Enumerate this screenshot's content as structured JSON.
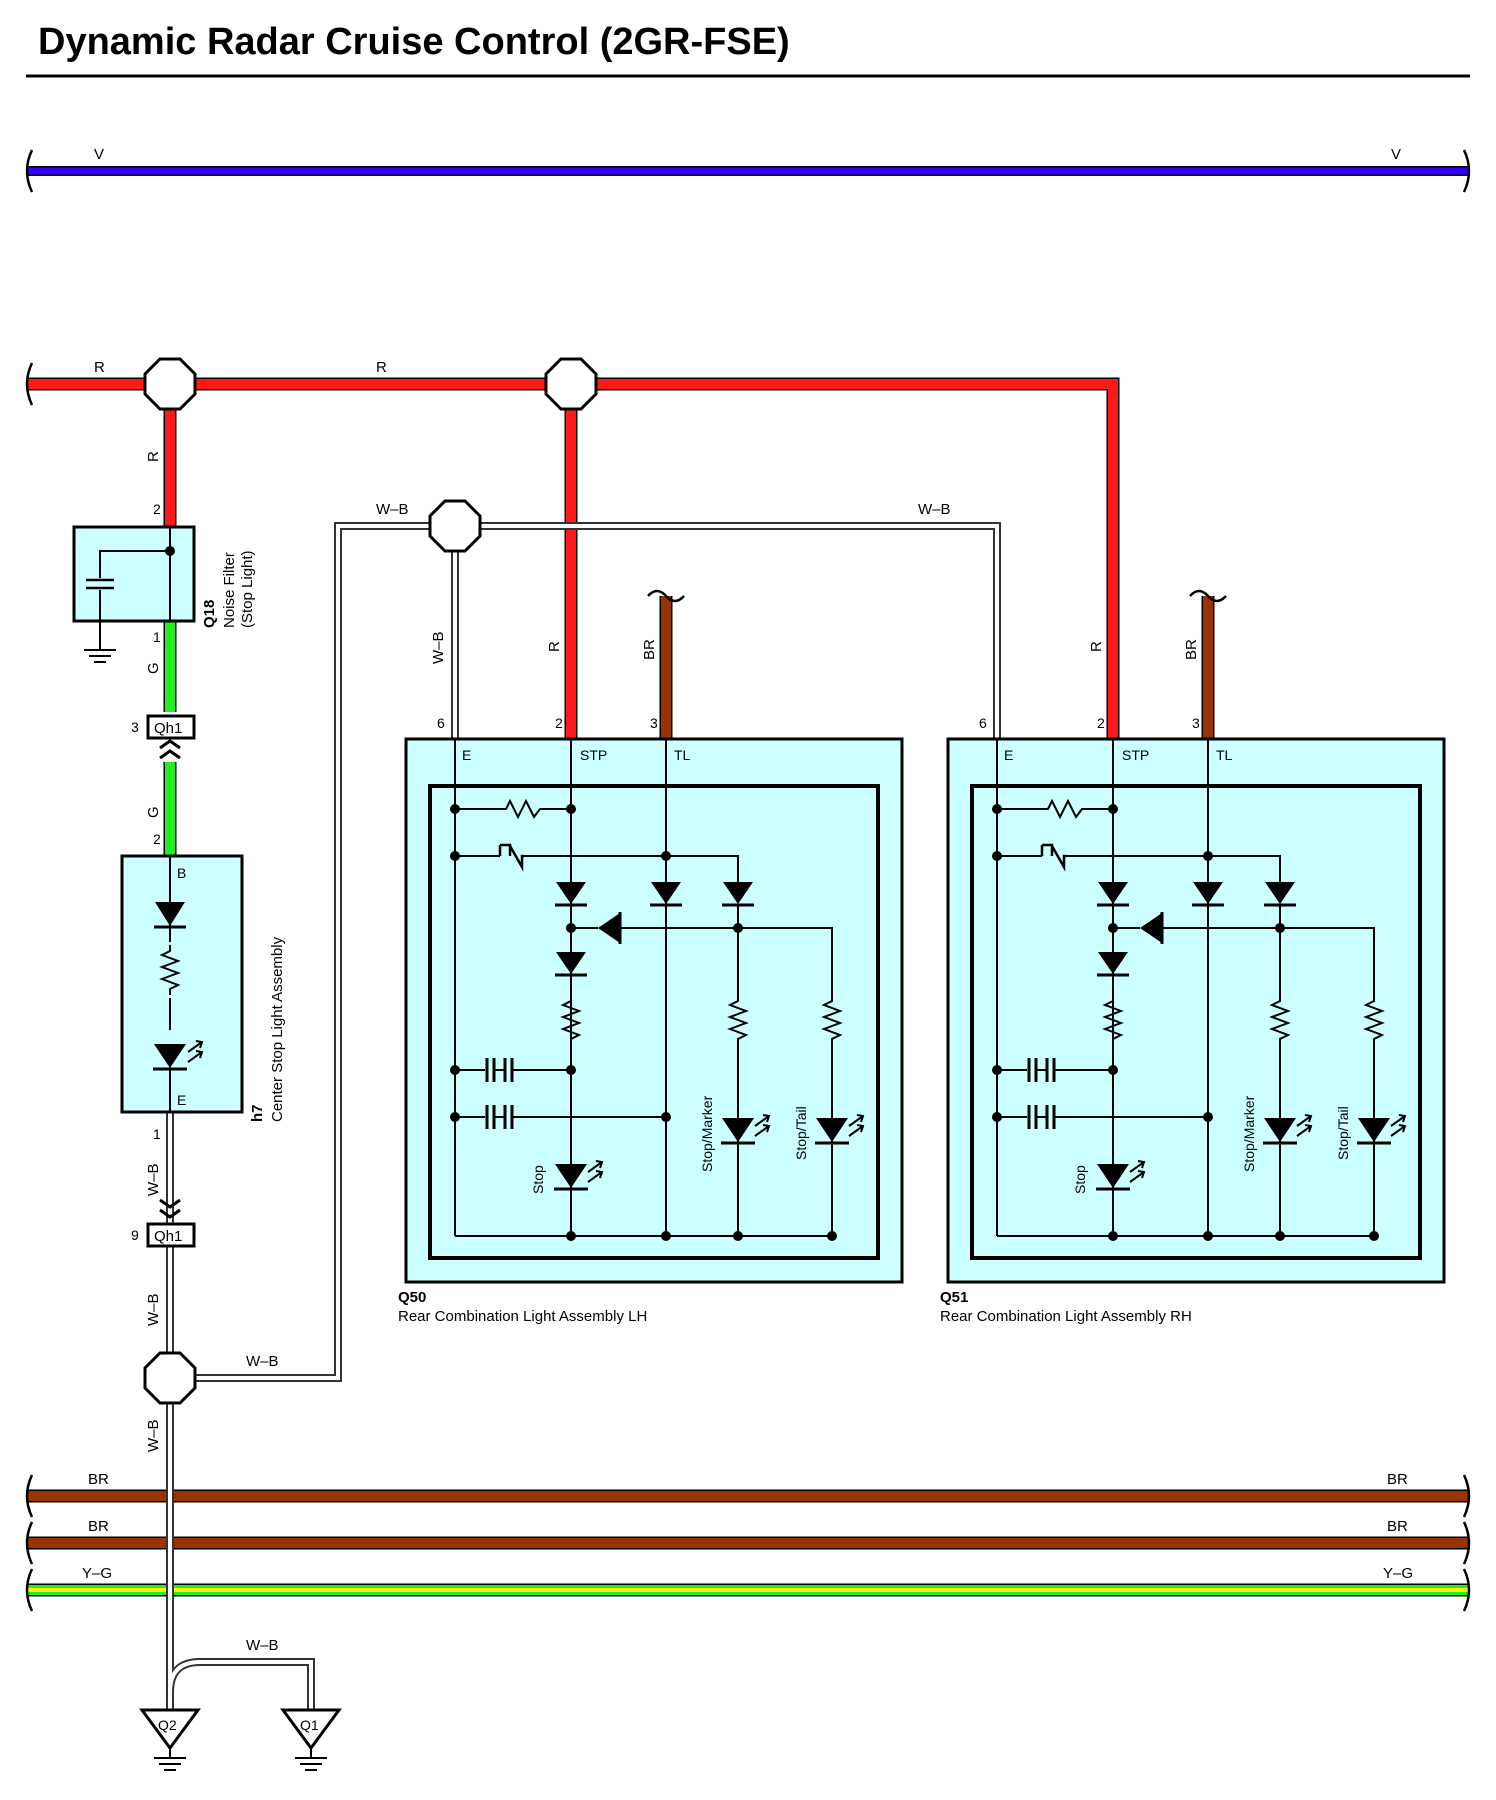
{
  "title": "Dynamic Radar Cruise Control (2GR-FSE)",
  "colors": {
    "V": "#3300ff",
    "R": "#ff1a1a",
    "G": "#22ee22",
    "BR": "#993300",
    "Y": "#ffee00",
    "W-B-outline": "#333333",
    "component_fill": "#ccffff"
  },
  "wires": {
    "v_top_left": "V",
    "v_top_right": "V",
    "r_left": "R",
    "r_mid": "R",
    "r_vertical_q18": "R",
    "g_upper": "G",
    "g_lower": "G",
    "wb_top_left": "W–B",
    "wb_top_right": "W–B",
    "wb_q50_e": "W–B",
    "r_q50_stp": "R",
    "br_q50_tl": "BR",
    "r_q51_stp": "R",
    "br_q51_tl": "BR",
    "wb_h7_e": "W–B",
    "wb_below_qh1": "W–B",
    "wb_junction": "W–B",
    "wb_to_ground": "W–B",
    "wb_q1": "W–B",
    "br1_left": "BR",
    "br1_right": "BR",
    "br2_left": "BR",
    "br2_right": "BR",
    "yg_left": "Y–G",
    "yg_right": "Y–G"
  },
  "components": {
    "q18": {
      "code": "Q18",
      "name1": "Noise Filter",
      "name2": "(Stop Light)",
      "pin_in": "2",
      "pin_out": "1"
    },
    "qh1_a": {
      "code": "Qh1",
      "pin": "3"
    },
    "qh1_b": {
      "code": "Qh1",
      "pin": "9"
    },
    "h7": {
      "code": "h7",
      "name": "Center Stop Light Assembly",
      "pin_b": "2",
      "term_b": "B",
      "pin_e": "1",
      "term_e": "E"
    },
    "q50": {
      "code": "Q50",
      "name": "Rear Combination Light Assembly LH",
      "pin_e": "6",
      "pin_stp": "2",
      "pin_tl": "3",
      "term_e": "E",
      "term_stp": "STP",
      "term_tl": "TL",
      "lamp_stop": "Stop",
      "lamp_stop_marker": "Stop/Marker",
      "lamp_stop_tail": "Stop/Tail"
    },
    "q51": {
      "code": "Q51",
      "name": "Rear Combination Light Assembly RH",
      "pin_e": "6",
      "pin_stp": "2",
      "pin_tl": "3",
      "term_e": "E",
      "term_stp": "STP",
      "term_tl": "TL",
      "lamp_stop": "Stop",
      "lamp_stop_marker": "Stop/Marker",
      "lamp_stop_tail": "Stop/Tail"
    },
    "q2": {
      "code": "Q2"
    },
    "q1": {
      "code": "Q1"
    }
  },
  "icons": [
    "ground-icon",
    "splice-icon",
    "connector-icon",
    "led-icon",
    "diode-icon",
    "resistor-icon",
    "capacitor-icon",
    "zener-icon"
  ]
}
